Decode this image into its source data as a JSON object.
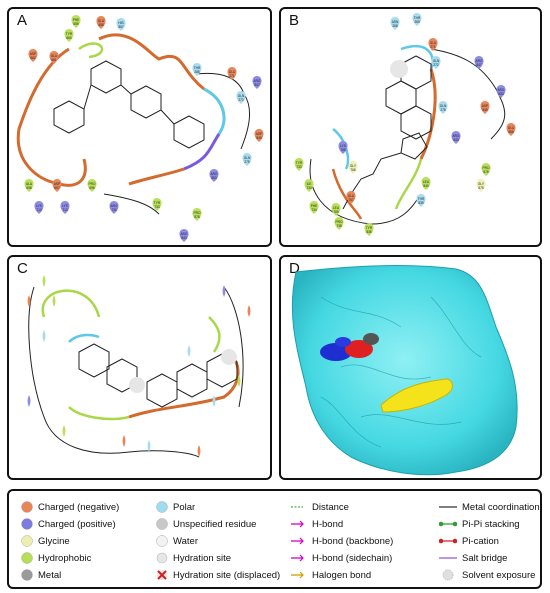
{
  "panels": {
    "A": {
      "label": "A"
    },
    "B": {
      "label": "B"
    },
    "C": {
      "label": "C"
    },
    "D": {
      "label": "D"
    }
  },
  "panel_a_residues": [
    {
      "n": "PHE",
      "i": "659",
      "t": "hydrophobic"
    },
    {
      "n": "GLU",
      "i": "658",
      "t": "negative"
    },
    {
      "n": "HIS",
      "i": "867",
      "t": "polar"
    },
    {
      "n": "TYR",
      "i": "660",
      "t": "hydrophobic"
    },
    {
      "n": "ASP",
      "i": "662",
      "t": "negative"
    },
    {
      "n": "GLU",
      "i": "661",
      "t": "negative"
    },
    {
      "n": "THR",
      "i": "285",
      "t": "polar"
    },
    {
      "n": "GLU",
      "i": "271",
      "t": "negative"
    },
    {
      "n": "ARG",
      "i": "847",
      "t": "positive"
    },
    {
      "n": "GLN",
      "i": "272",
      "t": "polar"
    },
    {
      "n": "ASP",
      "i": "845",
      "t": "negative"
    },
    {
      "n": "GLN",
      "i": "275",
      "t": "polar"
    },
    {
      "n": "ARG",
      "i": "853",
      "t": "positive"
    },
    {
      "n": "ALA",
      "i": "698",
      "t": "hydrophobic"
    },
    {
      "n": "ASP",
      "i": "697",
      "t": "negative"
    },
    {
      "n": "PRO",
      "i": "696",
      "t": "hydrophobic"
    },
    {
      "n": "LYS",
      "i": "712",
      "t": "positive"
    },
    {
      "n": "LYS",
      "i": "713",
      "t": "positive"
    },
    {
      "n": "ARG",
      "i": "730",
      "t": "positive"
    },
    {
      "n": "TYR",
      "i": "733",
      "t": "hydrophobic"
    },
    {
      "n": "PRO",
      "i": "878",
      "t": "hydrophobic"
    },
    {
      "n": "ARG",
      "i": "843",
      "t": "positive"
    }
  ],
  "panel_b_residues": [
    {
      "n": "THR",
      "i": "269",
      "t": "polar"
    },
    {
      "n": "ASN",
      "i": "268",
      "t": "polar"
    },
    {
      "n": "GLU",
      "i": "271",
      "t": "negative"
    },
    {
      "n": "GLN",
      "i": "272",
      "t": "polar"
    },
    {
      "n": "ARG",
      "i": "847",
      "t": "positive"
    },
    {
      "n": "ARG",
      "i": "853",
      "t": "positive"
    },
    {
      "n": "ASP",
      "i": "849",
      "t": "negative"
    },
    {
      "n": "GLN",
      "i": "276",
      "t": "polar"
    },
    {
      "n": "GLU",
      "i": "856",
      "t": "negative"
    },
    {
      "n": "ARG",
      "i": "843",
      "t": "positive"
    },
    {
      "n": "LYS",
      "i": "765",
      "t": "positive"
    },
    {
      "n": "PRO",
      "i": "676",
      "t": "hydrophobic"
    },
    {
      "n": "TYR",
      "i": "733",
      "t": "hydrophobic"
    },
    {
      "n": "GLY",
      "i": "766",
      "t": "glycine"
    },
    {
      "n": "GLY",
      "i": "675",
      "t": "glycine"
    },
    {
      "n": "LEU",
      "i": "840",
      "t": "hydrophobic"
    },
    {
      "n": "ILE",
      "i": "734",
      "t": "hydrophobic"
    },
    {
      "n": "GLU",
      "i": "767",
      "t": "negative"
    },
    {
      "n": "THR",
      "i": "839",
      "t": "polar"
    },
    {
      "n": "PHE",
      "i": "734",
      "t": "hydrophobic"
    },
    {
      "n": "LEU",
      "i": "769",
      "t": "hydrophobic"
    },
    {
      "n": "PRO",
      "i": "738",
      "t": "hydrophobic"
    },
    {
      "n": "TYR",
      "i": "836",
      "t": "hydrophobic"
    }
  ],
  "legend": {
    "col1": [
      {
        "label": "Charged (negative)",
        "icon": "charged-negative-icon",
        "color": "#e8865a"
      },
      {
        "label": "Charged (positive)",
        "icon": "charged-positive-icon",
        "color": "#7b7be0"
      },
      {
        "label": "Glycine",
        "icon": "glycine-icon",
        "color": "#eeeeb0"
      },
      {
        "label": "Hydrophobic",
        "icon": "hydrophobic-icon",
        "color": "#b5df55"
      },
      {
        "label": "Metal",
        "icon": "metal-icon",
        "color": "#9a9a9a"
      }
    ],
    "col2": [
      {
        "label": "Polar",
        "icon": "polar-icon",
        "color": "#9fdcf0"
      },
      {
        "label": "Unspecified residue",
        "icon": "unspecified-residue-icon",
        "color": "#c8c8c8"
      },
      {
        "label": "Water",
        "icon": "water-icon",
        "color": "#f2f2f2"
      },
      {
        "label": "Hydration site",
        "icon": "hydration-site-icon",
        "color": "#e6e6e6"
      },
      {
        "label": "Hydration site (displaced)",
        "icon": "hydration-site-displaced-icon",
        "color": "#d62020"
      }
    ],
    "col3": [
      {
        "label": "Distance",
        "icon": "distance-line-icon",
        "color": "#4caf50"
      },
      {
        "label": "H-bond",
        "icon": "h-bond-icon",
        "color": "#cc00cc"
      },
      {
        "label": "H-bond (backbone)",
        "icon": "h-bond-backbone-icon",
        "color": "#cc00cc"
      },
      {
        "label": "H-bond (sidechain)",
        "icon": "h-bond-sidechain-icon",
        "color": "#cc00cc"
      },
      {
        "label": "Halogen bond",
        "icon": "halogen-bond-icon",
        "color": "#c8a000"
      }
    ],
    "col4": [
      {
        "label": "Metal coordination",
        "icon": "metal-coordination-icon",
        "color": "#333333"
      },
      {
        "label": "Pi-Pi stacking",
        "icon": "pi-pi-stacking-icon",
        "color": "#2e9e2e"
      },
      {
        "label": "Pi-cation",
        "icon": "pi-cation-icon",
        "color": "#d62020"
      },
      {
        "label": "Salt bridge",
        "icon": "salt-bridge-icon",
        "color": "#8a5ad8"
      },
      {
        "label": "Solvent exposure",
        "icon": "solvent-exposure-icon",
        "color": "#bbbbbb"
      }
    ]
  },
  "colors": {
    "negative": "#e8865a",
    "positive": "#8c8ce6",
    "polar": "#a6dcef",
    "hydrophobic": "#b8e05a",
    "glycine": "#efefb8",
    "protein_surface": "#55e0e8",
    "ligand_yellow": "#f4e21a",
    "ligand_blue": "#1d2fd0",
    "ligand_red": "#e02020"
  }
}
